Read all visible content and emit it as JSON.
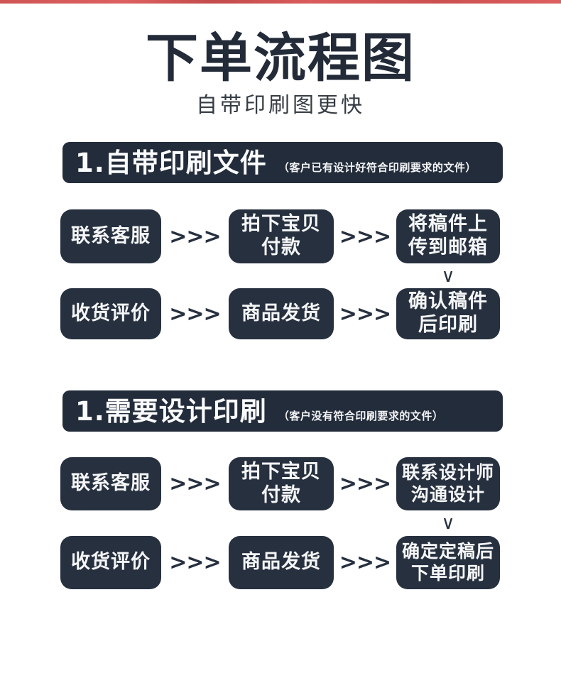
{
  "header": {
    "title": "下单流程图",
    "subtitle": "自带印刷图更快"
  },
  "glyphs": {
    "arrow_right": ">>>",
    "arrow_down": "∨"
  },
  "colors": {
    "accent_red": "#d95b5b",
    "box_navy": "#27303f",
    "banner_navy": "#232c3a",
    "title_text": "#232b39",
    "box_text": "#f5f6f7"
  },
  "sections": [
    {
      "heading": "1.自带印刷文件",
      "heading_note": "（客户已有设计好符合印刷要求的文件）",
      "rows": [
        {
          "boxes": [
            {
              "line1": "联系客服"
            },
            {
              "line1": "拍下宝贝",
              "line2": "付款"
            },
            {
              "line1": "将稿件上",
              "line2": "传到邮箱"
            }
          ]
        },
        {
          "boxes": [
            {
              "line1": "收货评价"
            },
            {
              "line1": "商品发货"
            },
            {
              "line1": "确认稿件",
              "line2": "后印刷"
            }
          ]
        }
      ]
    },
    {
      "heading": "1.需要设计印刷",
      "heading_note": "（客户没有符合印刷要求的文件）",
      "rows": [
        {
          "boxes": [
            {
              "line1": "联系客服"
            },
            {
              "line1": "拍下宝贝",
              "line2": "付款"
            },
            {
              "line1": "联系设计师",
              "line2": "沟通设计"
            }
          ]
        },
        {
          "boxes": [
            {
              "line1": "收货评价"
            },
            {
              "line1": "商品发货"
            },
            {
              "line1": "确定定稿后",
              "line2": "下单印刷"
            }
          ]
        }
      ]
    }
  ]
}
